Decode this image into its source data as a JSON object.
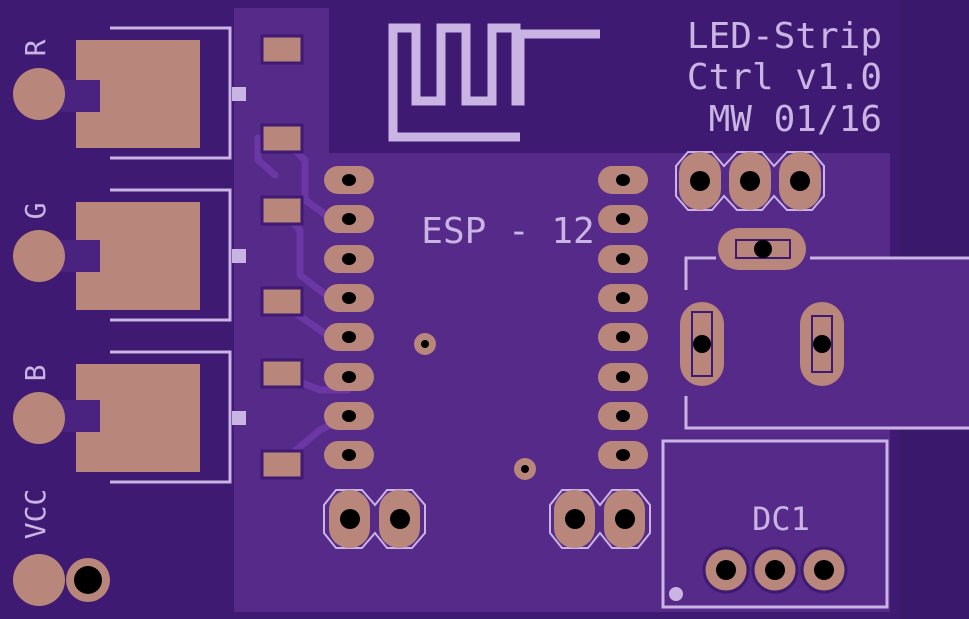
{
  "board": {
    "title_line1": "LED-Strip",
    "title_line2": "Ctrl v1.0",
    "title_line3": "MW 01/16",
    "module_label": "ESP - 12",
    "power_label": "DC1",
    "terminal_labels": [
      "R",
      "G",
      "B",
      "VCC"
    ]
  },
  "colors": {
    "background": "#000000",
    "board": "#3e1a72",
    "copper_pour": "#562a8a",
    "traces": "#5a2c92",
    "silkscreen": "#c9b4e4",
    "pads": "#b8867a"
  }
}
